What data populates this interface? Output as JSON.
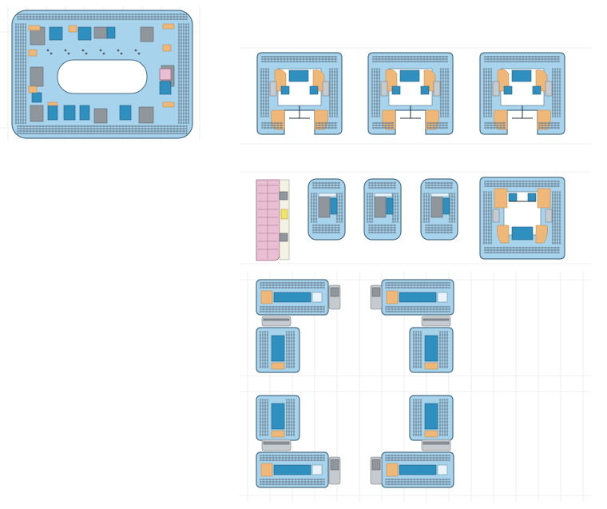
{
  "diagram": {
    "type": "floor-plan-sheet",
    "colors": {
      "floor": "#a7d3ec",
      "outline": "#4c6f86",
      "core": "#8f969c",
      "core_light": "#c6cbcf",
      "shared_space": "#efb878",
      "meeting_room": "#2f8fbf",
      "residential": "#ebbfd3",
      "grid": "#e3e6ea"
    },
    "groups": [
      {
        "name": "ring-plan",
        "count": 1
      },
      {
        "name": "c-shaped-blocks",
        "count": 3
      },
      {
        "name": "rounded-towers",
        "count": 3
      },
      {
        "name": "residential-strip",
        "count": 1
      },
      {
        "name": "inverted-c-block",
        "count": 1
      },
      {
        "name": "cluster-blocks",
        "count": 12
      }
    ]
  }
}
